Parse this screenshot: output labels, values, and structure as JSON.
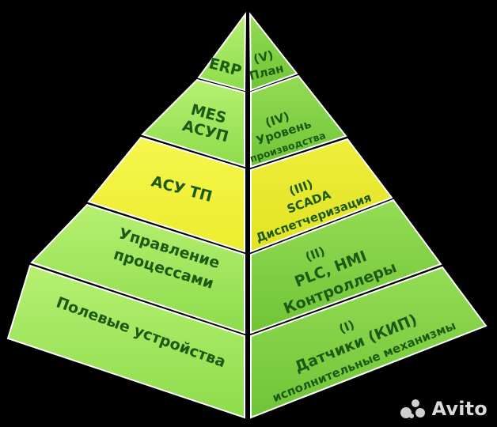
{
  "levels": [
    {
      "left": [
        "ERP"
      ],
      "right": [
        "(V)",
        "План"
      ],
      "color": "green"
    },
    {
      "left": [
        "MES",
        "АСУП"
      ],
      "right": [
        "(IV)",
        "Уровень",
        "производства"
      ],
      "color": "green"
    },
    {
      "left": [
        "АСУ ТП"
      ],
      "right": [
        "(III)",
        "SCADA",
        "Диспетчеризация"
      ],
      "color": "yellow"
    },
    {
      "left": [
        "Управление",
        "процессами"
      ],
      "right": [
        "(II)",
        "PLC, HMI",
        "Контроллеры"
      ],
      "color": "green"
    },
    {
      "left": [
        "Полевые устройства"
      ],
      "right": [
        "(I)",
        "Датчики (КИП)",
        "исполнительные механизмы"
      ],
      "color": "green"
    }
  ],
  "colors": {
    "green_left": "#9ee85a",
    "green_right": "#7fd03f",
    "yellow_left": "#f2f23a",
    "yellow_right": "#eaea2c",
    "text": "#1c5a14"
  },
  "watermark": "Avito"
}
